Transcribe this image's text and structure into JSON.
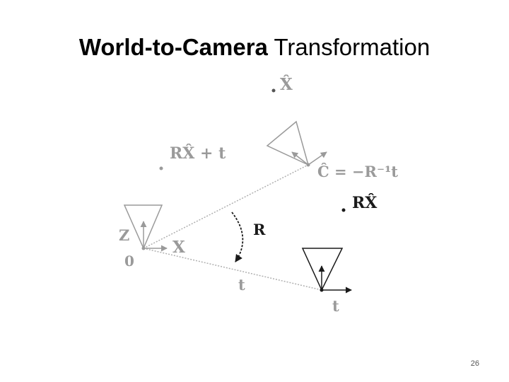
{
  "slide": {
    "title_bold": "World-to-Camera",
    "title_rest": " Transformation",
    "page_number": "26"
  },
  "diagram": {
    "labels": {
      "x_hat": "X̂",
      "rx_hat_plus_t": "RX̂ + t",
      "c_hat": "Ĉ = −R⁻¹t",
      "rx_hat": "RX̂",
      "r": "R",
      "z_axis": "Z",
      "x_axis": "X",
      "origin": "0",
      "t_mid": "t",
      "t_cam": "t"
    },
    "colors": {
      "gray": "#9a9a9a",
      "dark": "#1a1a1a",
      "dotted_line": "#b0b0b0"
    }
  }
}
